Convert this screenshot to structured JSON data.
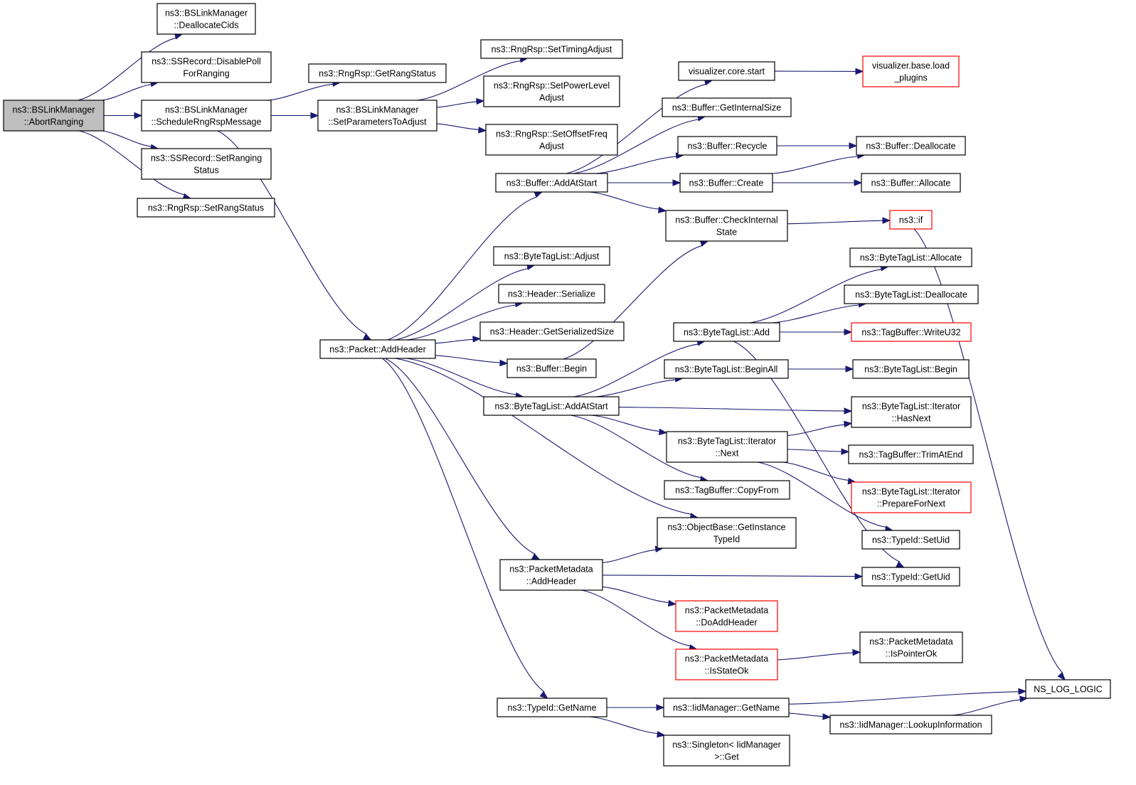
{
  "colors": {
    "edge": "#191970",
    "node_border": "#000000",
    "node_border_truncated": "#ff0000",
    "root_fill": "#bfbfbf"
  },
  "nodes": [
    {
      "id": "abort",
      "lines": [
        "ns3::BSLinkManager",
        "::AbortRanging"
      ],
      "style": "root"
    },
    {
      "id": "dealloc",
      "lines": [
        "ns3::BSLinkManager",
        "::DeallocateCids"
      ]
    },
    {
      "id": "disablepoll",
      "lines": [
        "ns3::SSRecord::DisablePoll",
        "ForRanging"
      ]
    },
    {
      "id": "schedrng",
      "lines": [
        "ns3::BSLinkManager",
        "::ScheduleRngRspMessage"
      ]
    },
    {
      "id": "setranging",
      "lines": [
        "ns3::SSRecord::SetRanging",
        "Status"
      ]
    },
    {
      "id": "setrangstatus",
      "lines": [
        "ns3::RngRsp::SetRangStatus"
      ]
    },
    {
      "id": "getrangstatus",
      "lines": [
        "ns3::RngRsp::GetRangStatus"
      ]
    },
    {
      "id": "setparams",
      "lines": [
        "ns3::BSLinkManager",
        "::SetParametersToAdjust"
      ]
    },
    {
      "id": "settiming",
      "lines": [
        "ns3::RngRsp::SetTimingAdjust"
      ]
    },
    {
      "id": "setpower",
      "lines": [
        "ns3::RngRsp::SetPowerLevel",
        "Adjust"
      ]
    },
    {
      "id": "setoffset",
      "lines": [
        "ns3::RngRsp::SetOffsetFreq",
        "Adjust"
      ]
    },
    {
      "id": "addheader",
      "lines": [
        "ns3::Packet::AddHeader"
      ]
    },
    {
      "id": "addatstart",
      "lines": [
        "ns3::Buffer::AddAtStart"
      ]
    },
    {
      "id": "vizstart",
      "lines": [
        "visualizer.core.start"
      ]
    },
    {
      "id": "vizload",
      "lines": [
        "visualizer.base.load",
        "_plugins"
      ],
      "style": "red"
    },
    {
      "id": "getinternal",
      "lines": [
        "ns3::Buffer::GetInternalSize"
      ]
    },
    {
      "id": "recycle",
      "lines": [
        "ns3::Buffer::Recycle"
      ]
    },
    {
      "id": "deallocate",
      "lines": [
        "ns3::Buffer::Deallocate"
      ]
    },
    {
      "id": "create",
      "lines": [
        "ns3::Buffer::Create"
      ]
    },
    {
      "id": "allocate",
      "lines": [
        "ns3::Buffer::Allocate"
      ]
    },
    {
      "id": "checkinternal",
      "lines": [
        "ns3::Buffer::CheckInternal",
        "State"
      ]
    },
    {
      "id": "nsif",
      "lines": [
        "ns3::if"
      ],
      "style": "red"
    },
    {
      "id": "btladjust",
      "lines": [
        "ns3::ByteTagList::Adjust"
      ]
    },
    {
      "id": "hdrserialize",
      "lines": [
        "ns3::Header::Serialize"
      ]
    },
    {
      "id": "hdrgetsize",
      "lines": [
        "ns3::Header::GetSerializedSize"
      ]
    },
    {
      "id": "bufbegin",
      "lines": [
        "ns3::Buffer::Begin"
      ]
    },
    {
      "id": "btladdatstart",
      "lines": [
        "ns3::ByteTagList::AddAtStart"
      ]
    },
    {
      "id": "btlallocate",
      "lines": [
        "ns3::ByteTagList::Allocate"
      ]
    },
    {
      "id": "btldeallocate",
      "lines": [
        "ns3::ByteTagList::Deallocate"
      ]
    },
    {
      "id": "btladd",
      "lines": [
        "ns3::ByteTagList::Add"
      ]
    },
    {
      "id": "writeu32",
      "lines": [
        "ns3::TagBuffer::WriteU32"
      ],
      "style": "red"
    },
    {
      "id": "btlbeginall",
      "lines": [
        "ns3::ByteTagList::BeginAll"
      ]
    },
    {
      "id": "btlbegin",
      "lines": [
        "ns3::ByteTagList::Begin"
      ]
    },
    {
      "id": "itnext",
      "lines": [
        "ns3::ByteTagList::Iterator",
        "::Next"
      ]
    },
    {
      "id": "ithasnext",
      "lines": [
        "ns3::ByteTagList::Iterator",
        "::HasNext"
      ]
    },
    {
      "id": "trimatend",
      "lines": [
        "ns3::TagBuffer::TrimAtEnd"
      ]
    },
    {
      "id": "prepnext",
      "lines": [
        "ns3::ByteTagList::Iterator",
        "::PrepareForNext"
      ],
      "style": "red"
    },
    {
      "id": "copyfrom",
      "lines": [
        "ns3::TagBuffer::CopyFrom"
      ]
    },
    {
      "id": "getinsttypeid",
      "lines": [
        "ns3::ObjectBase::GetInstance",
        "TypeId"
      ]
    },
    {
      "id": "setuid",
      "lines": [
        "ns3::TypeId::SetUid"
      ]
    },
    {
      "id": "getuid",
      "lines": [
        "ns3::TypeId::GetUid"
      ]
    },
    {
      "id": "pmaddheader",
      "lines": [
        "ns3::PacketMetadata",
        "::AddHeader"
      ]
    },
    {
      "id": "pmdoaddheader",
      "lines": [
        "ns3::PacketMetadata",
        "::DoAddHeader"
      ],
      "style": "red"
    },
    {
      "id": "pmisstateok",
      "lines": [
        "ns3::PacketMetadata",
        "::IsStateOk"
      ],
      "style": "red"
    },
    {
      "id": "pmispointerok",
      "lines": [
        "ns3::PacketMetadata",
        "::IsPointerOk"
      ]
    },
    {
      "id": "nslog",
      "lines": [
        "NS_LOG_LOGIC"
      ]
    },
    {
      "id": "typeidgetname",
      "lines": [
        "ns3::TypeId::GetName"
      ]
    },
    {
      "id": "iidgetname",
      "lines": [
        "ns3::IidManager::GetName"
      ]
    },
    {
      "id": "iidlookup",
      "lines": [
        "ns3::IidManager::LookupInformation"
      ]
    },
    {
      "id": "singleton",
      "lines": [
        "ns3::Singleton< IidManager",
        " >::Get"
      ]
    }
  ],
  "edges": [
    [
      "abort",
      "dealloc"
    ],
    [
      "abort",
      "disablepoll"
    ],
    [
      "abort",
      "schedrng"
    ],
    [
      "abort",
      "setranging"
    ],
    [
      "abort",
      "setrangstatus"
    ],
    [
      "schedrng",
      "getrangstatus"
    ],
    [
      "schedrng",
      "setparams"
    ],
    [
      "schedrng",
      "addheader"
    ],
    [
      "setparams",
      "settiming"
    ],
    [
      "setparams",
      "setpower"
    ],
    [
      "setparams",
      "setoffset"
    ],
    [
      "addheader",
      "addatstart"
    ],
    [
      "addheader",
      "btladjust"
    ],
    [
      "addheader",
      "hdrserialize"
    ],
    [
      "addheader",
      "hdrgetsize"
    ],
    [
      "addheader",
      "bufbegin"
    ],
    [
      "addheader",
      "btladdatstart"
    ],
    [
      "addheader",
      "getinsttypeid"
    ],
    [
      "addheader",
      "pmaddheader"
    ],
    [
      "addheader",
      "typeidgetname"
    ],
    [
      "addatstart",
      "vizstart"
    ],
    [
      "addatstart",
      "getinternal"
    ],
    [
      "addatstart",
      "recycle"
    ],
    [
      "addatstart",
      "create"
    ],
    [
      "addatstart",
      "checkinternal"
    ],
    [
      "vizstart",
      "vizload"
    ],
    [
      "recycle",
      "deallocate"
    ],
    [
      "create",
      "deallocate"
    ],
    [
      "create",
      "allocate"
    ],
    [
      "checkinternal",
      "nsif"
    ],
    [
      "nsif",
      "nslog"
    ],
    [
      "bufbegin",
      "checkinternal"
    ],
    [
      "btladdatstart",
      "btladd"
    ],
    [
      "btladdatstart",
      "btlbeginall"
    ],
    [
      "btladdatstart",
      "ithasnext"
    ],
    [
      "btladdatstart",
      "itnext"
    ],
    [
      "btladdatstart",
      "copyfrom"
    ],
    [
      "btladd",
      "btlallocate"
    ],
    [
      "btladd",
      "btldeallocate"
    ],
    [
      "btladd",
      "writeu32"
    ],
    [
      "btladd",
      "getuid"
    ],
    [
      "btlbeginall",
      "btlbegin"
    ],
    [
      "itnext",
      "ithasnext"
    ],
    [
      "itnext",
      "trimatend"
    ],
    [
      "itnext",
      "prepnext"
    ],
    [
      "itnext",
      "setuid"
    ],
    [
      "pmaddheader",
      "getinsttypeid"
    ],
    [
      "pmaddheader",
      "getuid"
    ],
    [
      "pmaddheader",
      "pmdoaddheader"
    ],
    [
      "pmaddheader",
      "pmisstateok"
    ],
    [
      "pmisstateok",
      "pmispointerok"
    ],
    [
      "typeidgetname",
      "iidgetname"
    ],
    [
      "typeidgetname",
      "singleton"
    ],
    [
      "iidgetname",
      "nslog"
    ],
    [
      "iidgetname",
      "iidlookup"
    ],
    [
      "iidlookup",
      "nslog"
    ]
  ]
}
